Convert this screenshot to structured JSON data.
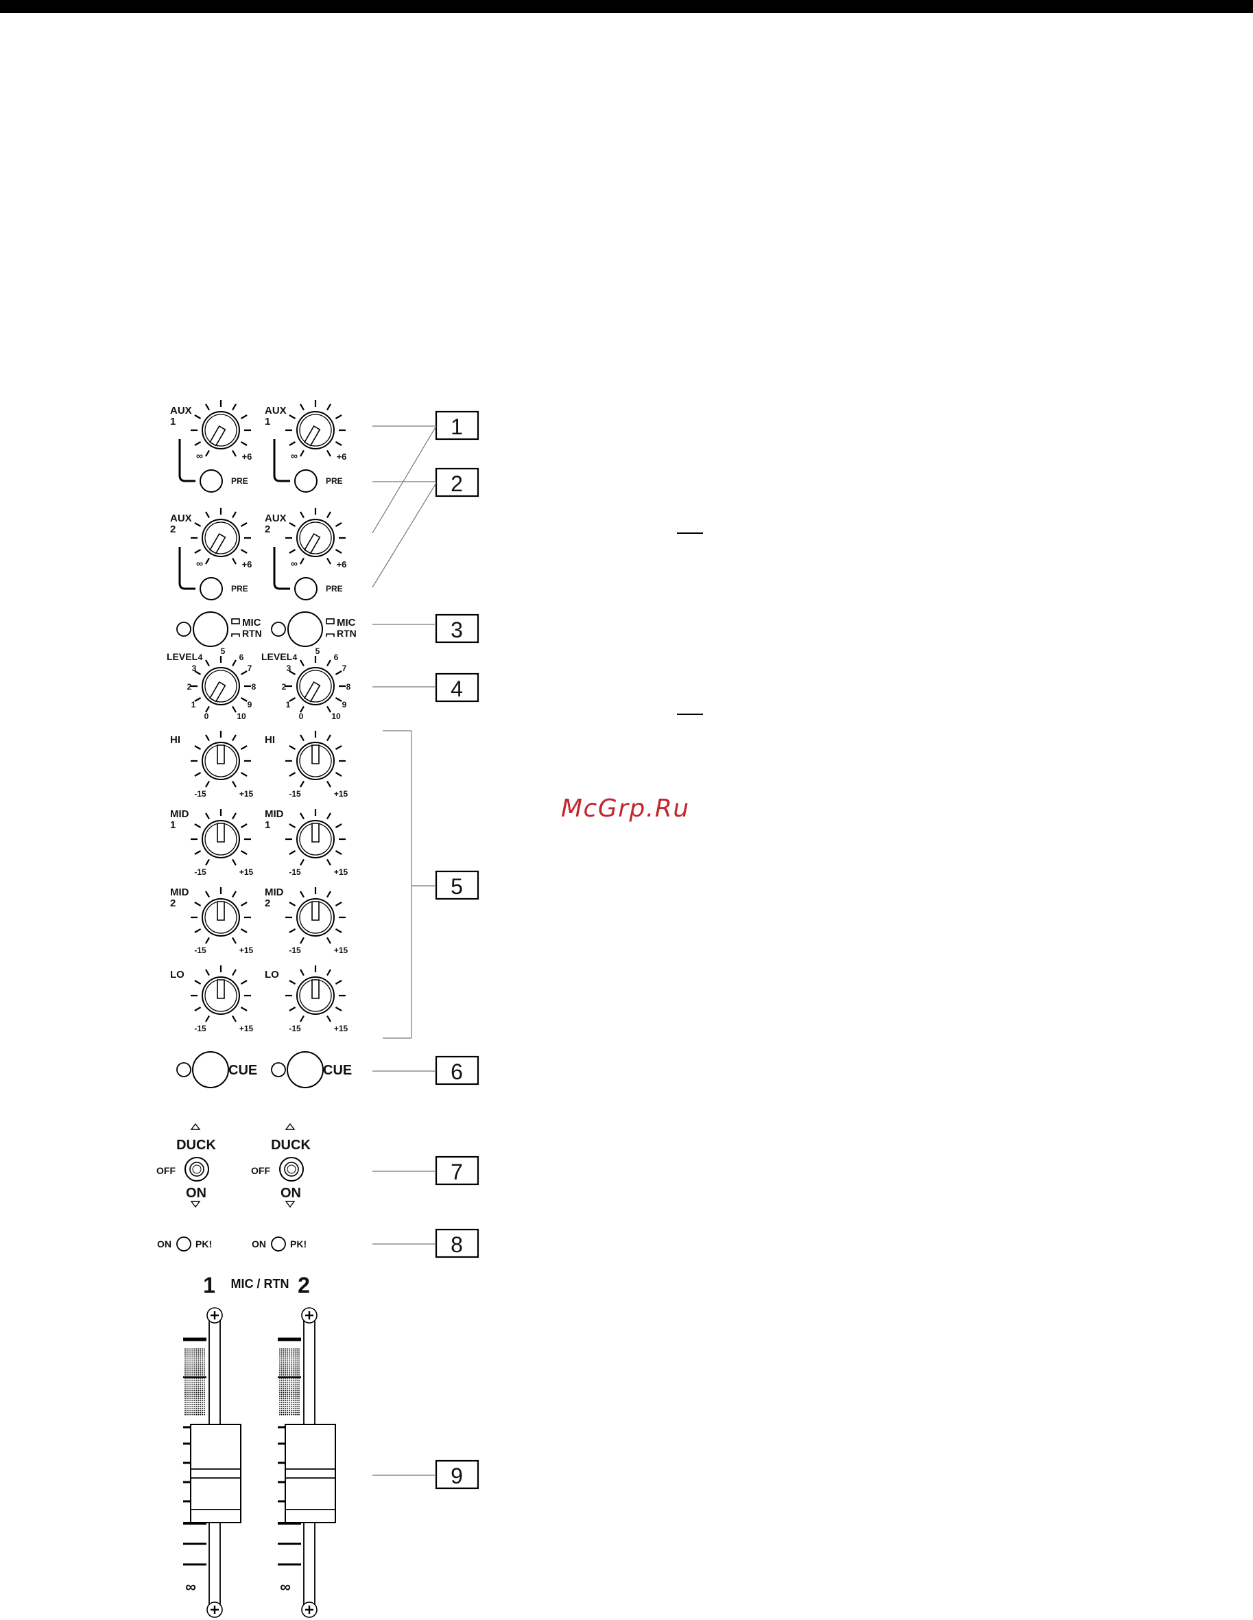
{
  "watermark": "McGrp.Ru",
  "callouts": [
    "1",
    "2",
    "3",
    "4",
    "5",
    "6",
    "7",
    "8",
    "9"
  ],
  "aux": {
    "aux1": "AUX\n1",
    "aux2": "AUX\n2",
    "min": "∞",
    "max": "+6",
    "pre": "PRE"
  },
  "mic_rtn": {
    "mic": "MIC",
    "rtn": "RTN"
  },
  "level": {
    "label": "LEVEL",
    "scale": [
      "0",
      "1",
      "2",
      "3",
      "4",
      "5",
      "6",
      "7",
      "8",
      "9",
      "10"
    ]
  },
  "eq": {
    "bands": [
      "HI",
      "MID\n1",
      "MID\n2",
      "LO"
    ],
    "min": "-15",
    "max": "+15"
  },
  "cue": "CUE",
  "duck": {
    "label": "DUCK",
    "off": "OFF",
    "on": "ON"
  },
  "indicators": {
    "on": "ON",
    "peak": "PK!"
  },
  "fader": {
    "channels": [
      "1",
      "2"
    ],
    "title": "MIC / RTN",
    "min": "∞"
  }
}
